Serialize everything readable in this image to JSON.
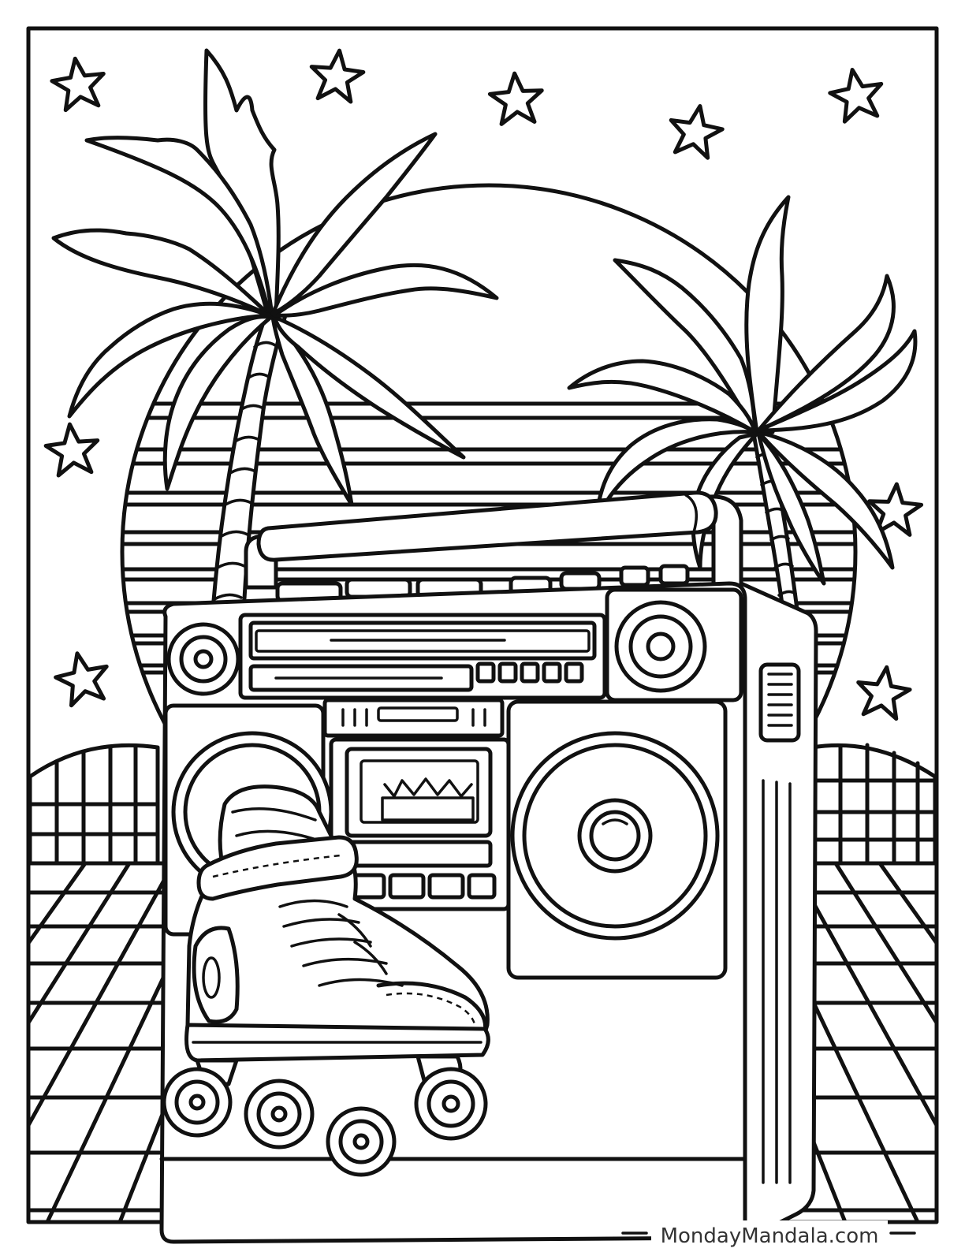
{
  "page": {
    "credit": "MondayMandala.com"
  },
  "colors": {
    "ink": "#111111",
    "paper": "#ffffff",
    "credit_text": "#333333"
  },
  "scene": {
    "subject": "coloring page",
    "elements": [
      "stars-icon",
      "sunset-circle-icon",
      "palm-tree-icon",
      "boombox-icon",
      "roller-skate-icon",
      "grid-floor"
    ]
  }
}
